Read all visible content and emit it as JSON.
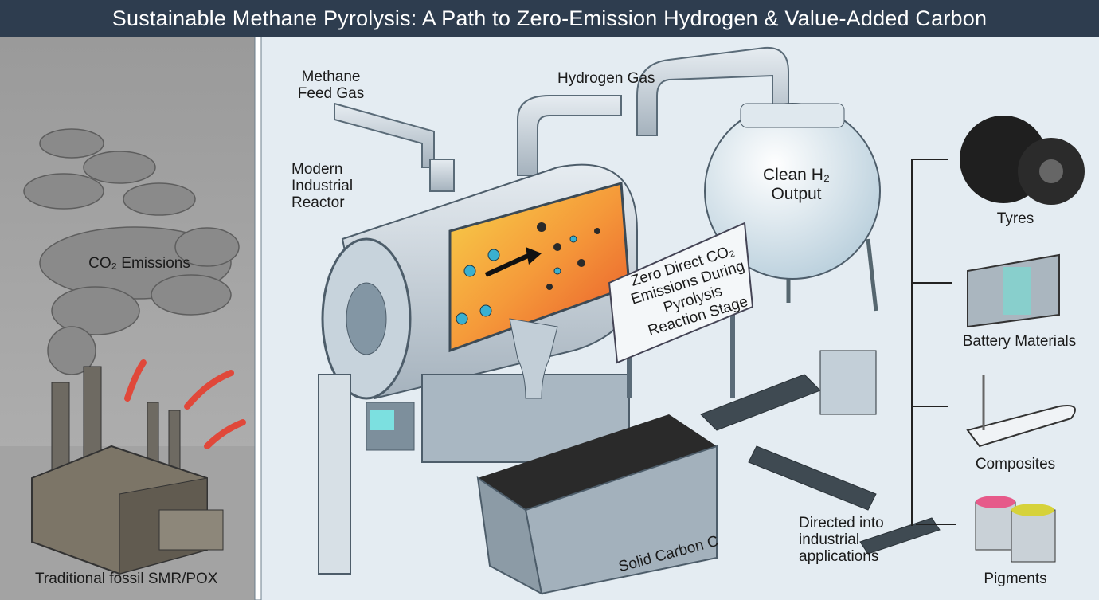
{
  "title": "Sustainable Methane Pyrolysis: A Path to Zero-Emission Hydrogen & Value-Added Carbon",
  "left_panel": {
    "emissions_label": "CO₂ Emissions",
    "factory_label": "Traditional fossil SMR/POX"
  },
  "process": {
    "feed_label": "Methane\nFeed Gas",
    "reactor_label": "Modern\nIndustrial\nReactor",
    "hydrogen_label": "Hydrogen Gas",
    "output_label": "Clean H₂\nOutput",
    "sign_text": "Zero Direct CO₂\nEmissions During\nPyrolysis\nReaction Stage",
    "carbon_label": "Solid Carbon C",
    "directed_label": "Directed into\nindustrial\napplications"
  },
  "applications": [
    {
      "label": "Tyres",
      "icon": "tyre-icon"
    },
    {
      "label": "Battery Materials",
      "icon": "battery-icon"
    },
    {
      "label": "Composites",
      "icon": "airplane-wind-turbine-icon"
    },
    {
      "label": "Pigments",
      "icon": "paint-can-icon"
    }
  ],
  "colors": {
    "title_bg": "#2e3d4f",
    "panel_bg": "#e4ecf2",
    "smoke": "#8c8c8c",
    "reactor_hot": "#f07a2a",
    "arrow_red": "#e0483a"
  }
}
